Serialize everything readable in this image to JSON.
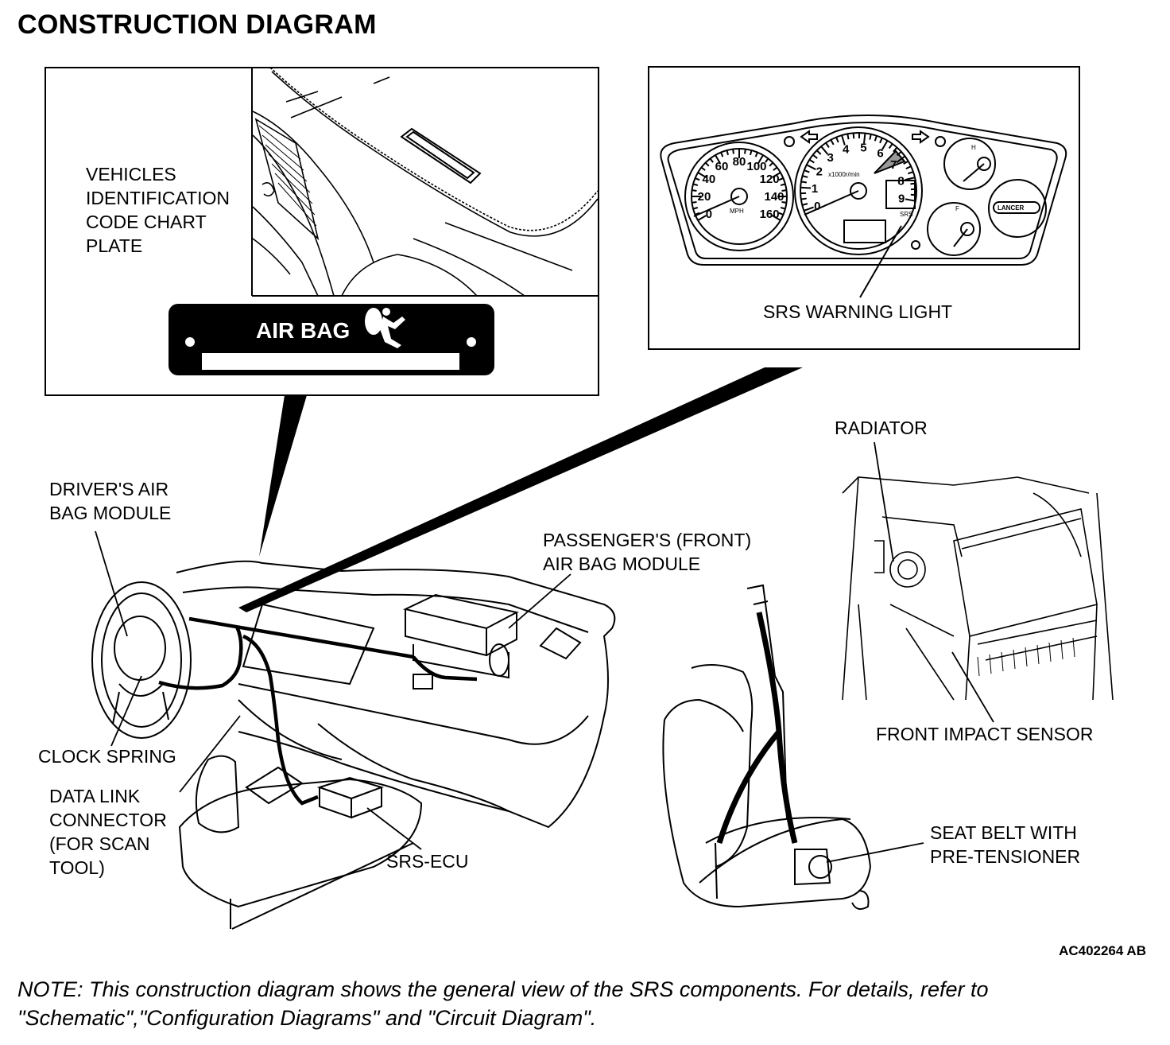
{
  "title": "CONSTRUCTION DIAGRAM",
  "labels": {
    "plate": "VEHICLES\nIDENTIFICATION\nCODE CHART\nPLATE",
    "airbag_plate": "AIR BAG",
    "srs_warning_light": "SRS WARNING LIGHT",
    "radiator": "RADIATOR",
    "drivers_airbag": "DRIVER'S AIR\nBAG MODULE",
    "passengers_airbag": "PASSENGER'S (FRONT)\nAIR BAG MODULE",
    "front_impact_sensor": "FRONT IMPACT SENSOR",
    "clock_spring": "CLOCK SPRING",
    "data_link_connector": "DATA LINK\nCONNECTOR\n(FOR SCAN\nTOOL)",
    "srs_ecu": "SRS-ECU",
    "seat_belt": "SEAT BELT WITH\nPRE-TENSIONER"
  },
  "cluster": {
    "speed_mph": [
      "0",
      "20",
      "40",
      "60",
      "80",
      "100",
      "120",
      "140",
      "160"
    ],
    "rpm": [
      "0",
      "1",
      "2",
      "3",
      "4",
      "5",
      "6",
      "7",
      "8",
      "9"
    ],
    "mph_unit": "MPH",
    "rpm_unit": "x1000r/min",
    "srs_text": "SRS",
    "brand": "LANCER",
    "temp_h": "H",
    "fuel_f": "F"
  },
  "figure_code": "AC402264 AB",
  "note": "NOTE: This construction diagram shows the general view of the SRS components. For details, refer to \"Schematic\",\"Configuration Diagrams\" and \"Circuit Diagram\"."
}
